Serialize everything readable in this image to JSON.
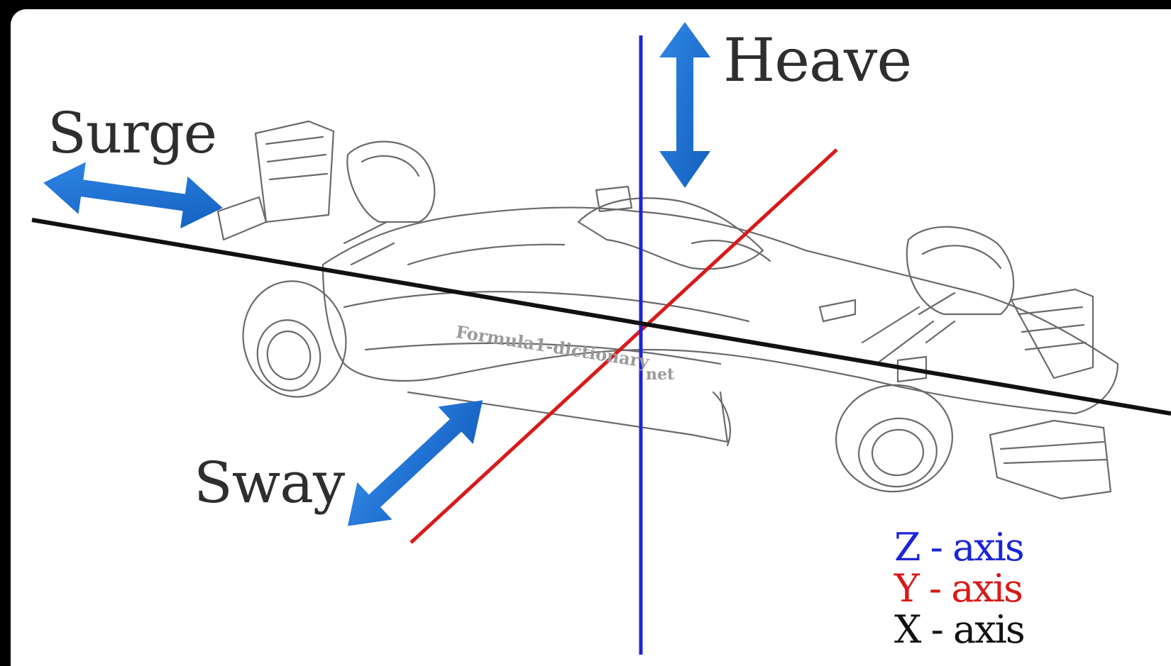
{
  "motion_labels": {
    "heave": "Heave",
    "surge": "Surge",
    "sway": "Sway"
  },
  "legend": {
    "z_axis": "Z - axis",
    "y_axis": "Y - axis",
    "x_axis": "X - axis"
  },
  "watermark": {
    "line1": "Formula1-dictionary",
    "line2": "net"
  },
  "colors": {
    "z_axis": "#1a25d8",
    "y_axis": "#d71a1a",
    "x_axis": "#111111",
    "arrow": "#1f6fd0",
    "car_outline": "#6a6a6a"
  },
  "icons": {
    "heave_arrow": "double-headed-vertical-arrow",
    "surge_arrow": "double-headed-horizontal-arrow",
    "sway_arrow": "double-headed-diagonal-arrow",
    "car": "formula-one-car-line-drawing"
  }
}
